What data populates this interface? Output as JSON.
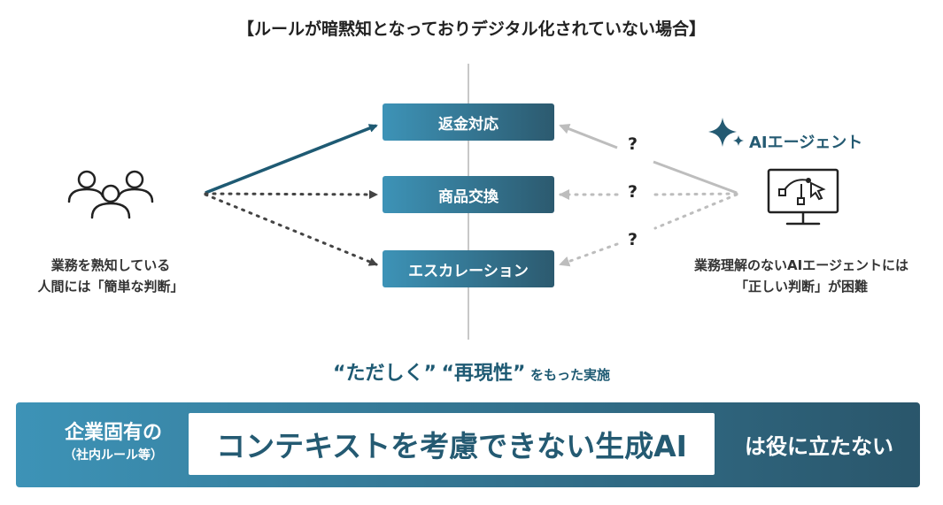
{
  "title": "【ルールが暗黙知となっておりデジタル化されていない場合】",
  "boxes": [
    "返金対応",
    "商品交換",
    "エスカレーション"
  ],
  "human_caption": [
    "業務を熟知している",
    "人間には「簡単な判断」"
  ],
  "agent_label": "AIエージェント",
  "agent_caption": [
    "業務理解のないAIエージェントには",
    "「正しい判断」が困難"
  ],
  "question_mark": "?",
  "tagline": {
    "part1": "“ただしく”",
    "part2": "“再現性”",
    "part3": "をもった実施"
  },
  "banner": {
    "left_main": "企業固有の",
    "left_sub": "（社内ルール等）",
    "center": "コンテキストを考慮できない生成AI",
    "right": "は役に立たない"
  },
  "colors": {
    "accent": "#1e5a73",
    "gradient_start": "#3d93b7",
    "gradient_end": "#2c5a6f",
    "gray_arrow": "#bdbdbd",
    "dark_dots": "#444444"
  },
  "icons": [
    "people-group-icon",
    "sparkle-icon",
    "monitor-cursor-icon"
  ]
}
